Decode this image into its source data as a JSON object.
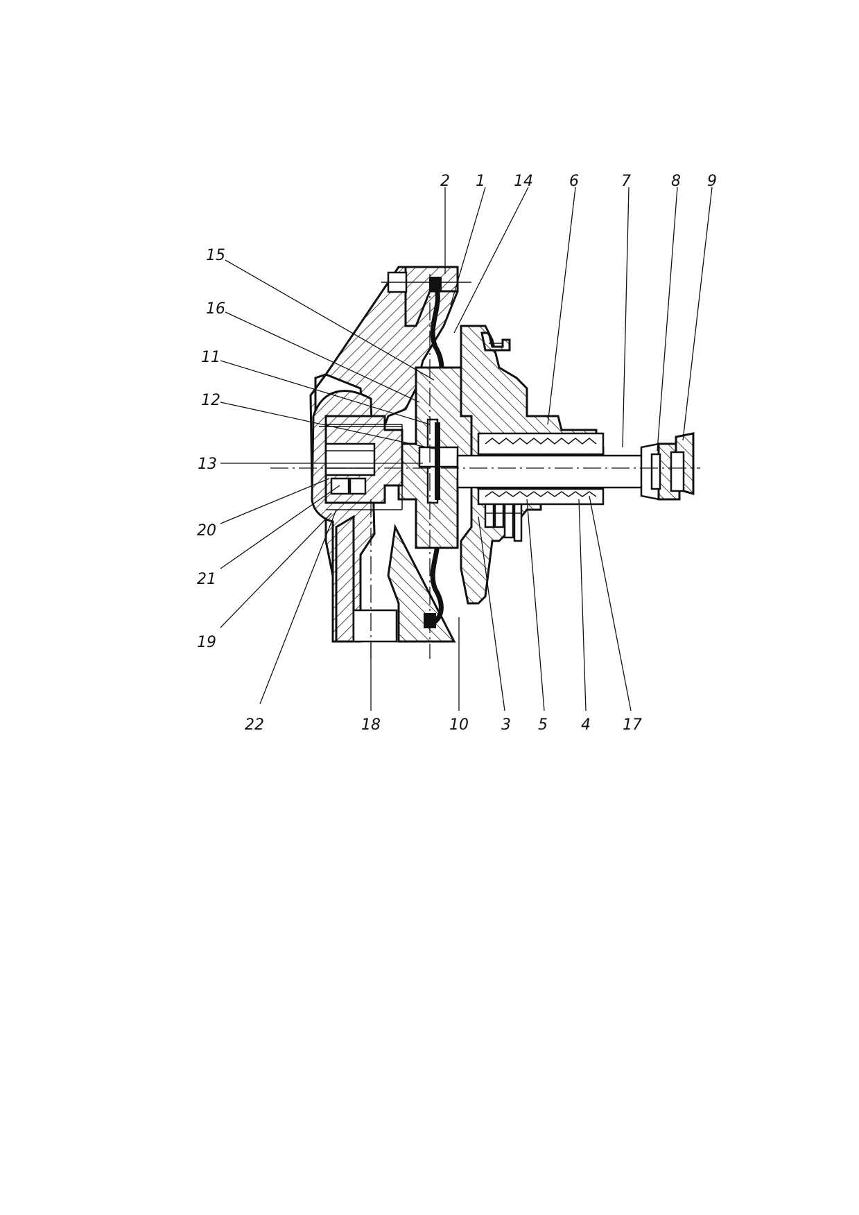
{
  "figure": {
    "labels": {
      "n1": "1",
      "n2": "2",
      "n3": "3",
      "n4": "4",
      "n5": "5",
      "n6": "6",
      "n7": "7",
      "n8": "8",
      "n9": "9",
      "n10": "10",
      "n11": "11",
      "n12": "12",
      "n13": "13",
      "n14": "14",
      "n15": "15",
      "n16": "16",
      "n17": "17",
      "n18": "18",
      "n19": "19",
      "n20": "20",
      "n21": "21",
      "n22": "22"
    }
  }
}
